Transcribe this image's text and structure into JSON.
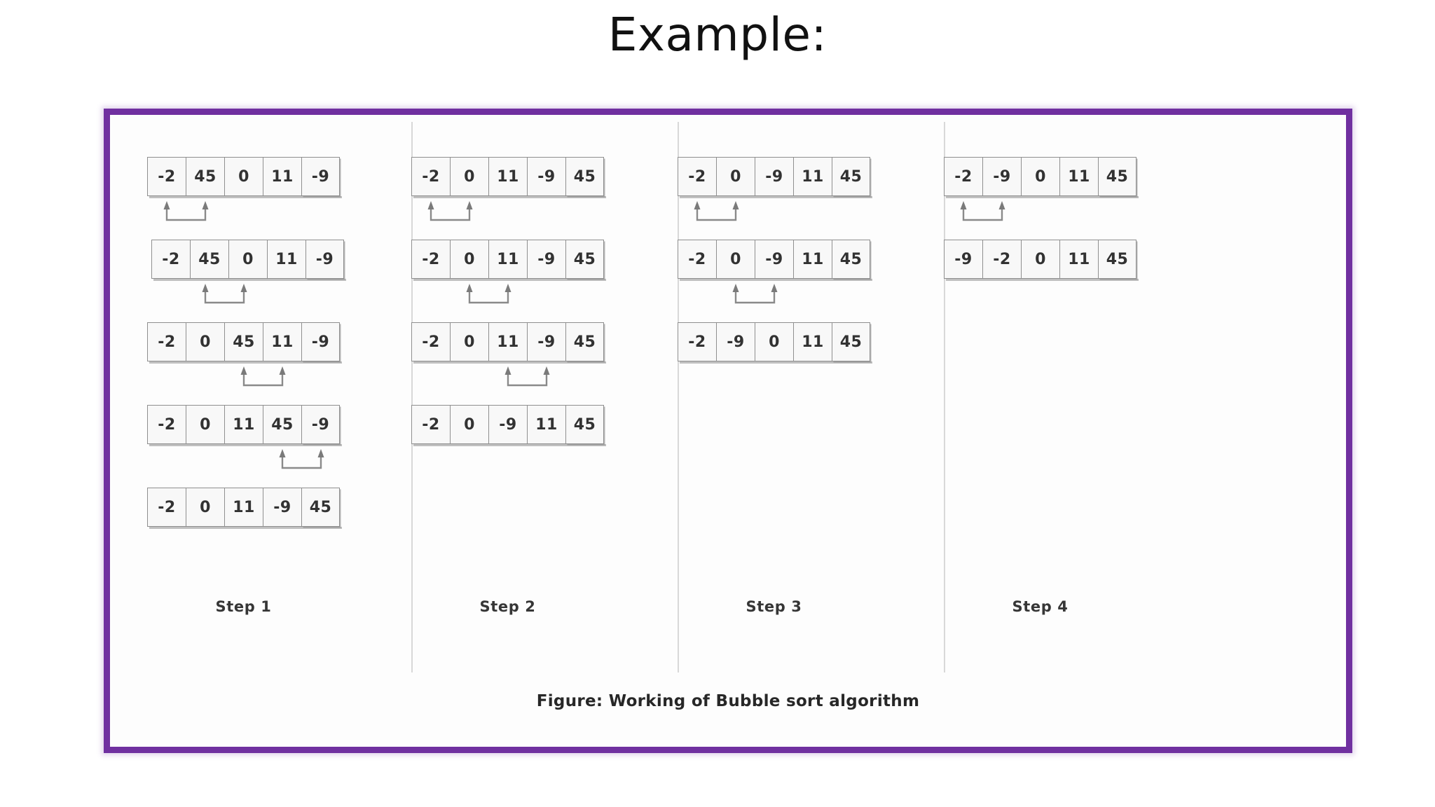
{
  "slide": {
    "title": "Example:"
  },
  "figure": {
    "caption": "Figure: Working of Bubble sort algorithm",
    "border_color": "#7030a0",
    "background_color": "#ffffff"
  },
  "columns": [
    {
      "label": "Step 1",
      "rows": [
        {
          "cells": [
            "-2",
            "45",
            "0",
            "11",
            "-9"
          ]
        },
        {
          "cells": [
            "-2",
            "45",
            "0",
            "11",
            "-9"
          ]
        },
        {
          "cells": [
            "-2",
            "0",
            "45",
            "11",
            "-9"
          ]
        },
        {
          "cells": [
            "-2",
            "0",
            "11",
            "45",
            "-9"
          ]
        },
        {
          "cells": [
            "-2",
            "0",
            "11",
            "-9",
            "45"
          ]
        }
      ],
      "arrows": [
        {
          "after_row": 0,
          "from_index": 0,
          "to_index": 1
        },
        {
          "after_row": 1,
          "from_index": 1,
          "to_index": 2
        },
        {
          "after_row": 2,
          "from_index": 2,
          "to_index": 3
        },
        {
          "after_row": 3,
          "from_index": 3,
          "to_index": 4
        }
      ]
    },
    {
      "label": "Step 2",
      "rows": [
        {
          "cells": [
            "-2",
            "0",
            "11",
            "-9",
            "45"
          ]
        },
        {
          "cells": [
            "-2",
            "0",
            "11",
            "-9",
            "45"
          ]
        },
        {
          "cells": [
            "-2",
            "0",
            "11",
            "-9",
            "45"
          ]
        },
        {
          "cells": [
            "-2",
            "0",
            "-9",
            "11",
            "45"
          ]
        }
      ],
      "arrows": [
        {
          "after_row": 0,
          "from_index": 0,
          "to_index": 1
        },
        {
          "after_row": 1,
          "from_index": 1,
          "to_index": 2
        },
        {
          "after_row": 2,
          "from_index": 2,
          "to_index": 3
        }
      ]
    },
    {
      "label": "Step 3",
      "rows": [
        {
          "cells": [
            "-2",
            "0",
            "-9",
            "11",
            "45"
          ]
        },
        {
          "cells": [
            "-2",
            "0",
            "-9",
            "11",
            "45"
          ]
        },
        {
          "cells": [
            "-2",
            "-9",
            "0",
            "11",
            "45"
          ]
        }
      ],
      "arrows": [
        {
          "after_row": 0,
          "from_index": 0,
          "to_index": 1
        },
        {
          "after_row": 1,
          "from_index": 1,
          "to_index": 2
        }
      ]
    },
    {
      "label": "Step 4",
      "rows": [
        {
          "cells": [
            "-2",
            "-9",
            "0",
            "11",
            "45"
          ]
        },
        {
          "cells": [
            "-9",
            "-2",
            "0",
            "11",
            "45"
          ]
        }
      ],
      "arrows": [
        {
          "after_row": 0,
          "from_index": 0,
          "to_index": 1
        }
      ]
    }
  ]
}
